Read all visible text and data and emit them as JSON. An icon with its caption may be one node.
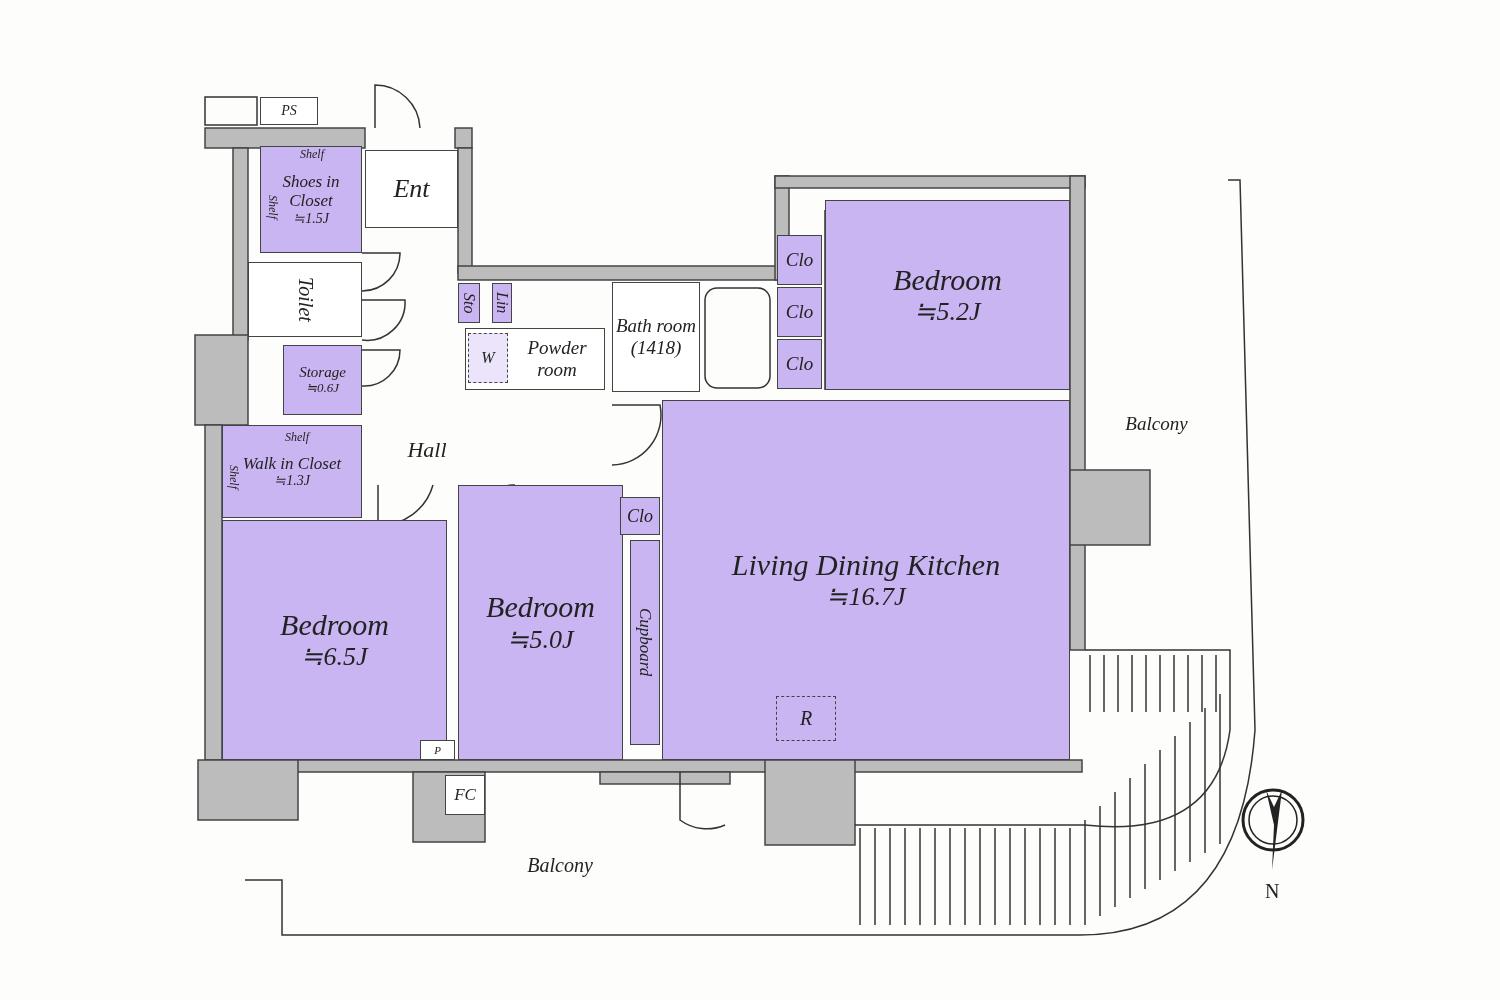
{
  "diagram": {
    "nodes": [
      {
        "text": [
          "Ent"
        ]
      },
      {
        "text": [
          "Shoes in Closet",
          "≒1.5J"
        ]
      },
      {
        "text": [
          "Toilet"
        ]
      },
      {
        "text": [
          "Storage",
          "≒0.6J"
        ]
      },
      {
        "text": [
          "Walk in Closet",
          "≒1.3J"
        ]
      },
      {
        "text": [
          "Hall"
        ]
      },
      {
        "text": [
          "Sto"
        ]
      },
      {
        "text": [
          "Lin"
        ]
      },
      {
        "text": [
          "Powder room"
        ]
      },
      {
        "text": [
          "W"
        ],
        "in": 8
      },
      {
        "text": [
          "Bath room (1418)"
        ]
      },
      {
        "text": [
          "Clo"
        ]
      },
      {
        "text": [
          "Clo"
        ]
      },
      {
        "text": [
          "Clo"
        ]
      },
      {
        "text": [
          "Bedroom",
          "≒5.2J"
        ]
      },
      {
        "text": [
          "Balcony"
        ]
      },
      {
        "text": [
          "Clo"
        ]
      },
      {
        "text": [
          "Living Dining Kitchen",
          "≒16.7J"
        ]
      },
      {
        "text": [
          "R"
        ],
        "in": 17
      },
      {
        "text": [
          "Cupboard"
        ]
      },
      {
        "text": [
          "Bedroom",
          "≒6.5J"
        ]
      },
      {
        "text": [
          "Bedroom",
          "≒5.0J"
        ]
      },
      {
        "text": [
          "P"
        ]
      },
      {
        "text": [
          "FC"
        ]
      },
      {
        "text": [
          "Balcony"
        ]
      },
      {
        "text": [
          "PS"
        ]
      }
    ],
    "edges": [],
    "labels": [
      "Shelf",
      "Shelf",
      "Shelf",
      "Shelf",
      "N"
    ]
  }
}
